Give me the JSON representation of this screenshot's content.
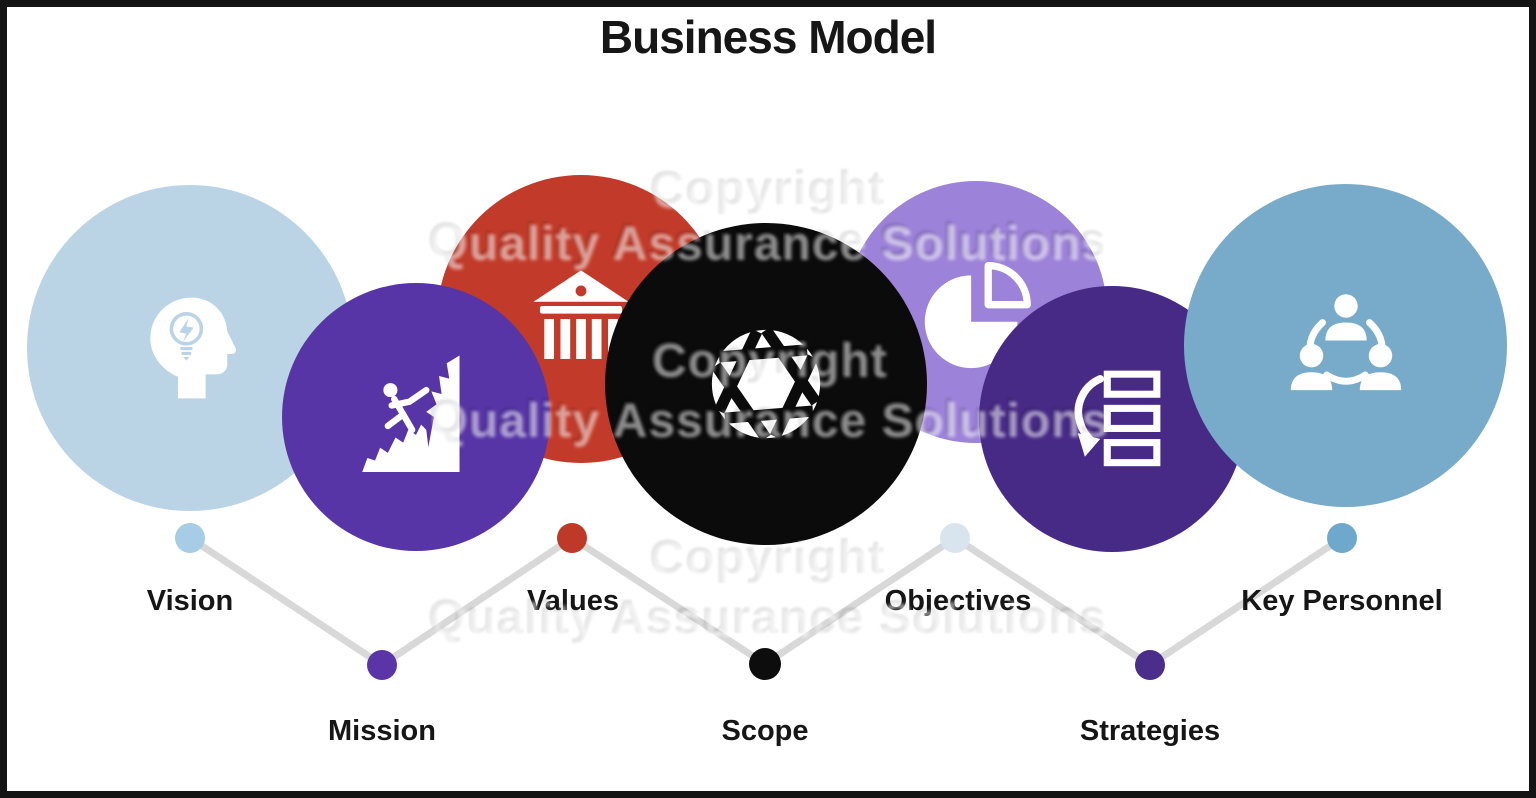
{
  "title": "Business Model",
  "watermark": {
    "line1": "Copyright",
    "line2": "Quality Assurance Solutions"
  },
  "diagram": {
    "type": "overlapping-circle process infographic",
    "connector_color": "#d8d8d8",
    "items": [
      {
        "id": "vision",
        "label": "Vision",
        "color": "#bad4e6",
        "dot_color": "#a7cce6",
        "icon": "head-idea-icon",
        "label_row": "top"
      },
      {
        "id": "mission",
        "label": "Mission",
        "color": "#5735a6",
        "dot_color": "#5b35a8",
        "icon": "mountain-climber-icon",
        "label_row": "bottom"
      },
      {
        "id": "values",
        "label": "Values",
        "color": "#c23b2a",
        "dot_color": "#bf3928",
        "icon": "bank-icon",
        "label_row": "top"
      },
      {
        "id": "scope",
        "label": "Scope",
        "color": "#0b0b0b",
        "dot_color": "#0d0d0d",
        "icon": "aperture-icon",
        "label_row": "bottom"
      },
      {
        "id": "objectives",
        "label": "Objectives",
        "color": "#9c82d8",
        "dot_color": "#d9e5ee",
        "icon": "pie-chart-icon",
        "label_row": "top"
      },
      {
        "id": "strategies",
        "label": "Strategies",
        "color": "#472a86",
        "dot_color": "#4b2d8a",
        "icon": "list-arrow-icon",
        "label_row": "bottom"
      },
      {
        "id": "key_personnel",
        "label": "Key Personnel",
        "color": "#77abc9",
        "dot_color": "#6ea9cd",
        "icon": "team-network-icon",
        "label_row": "top"
      }
    ]
  }
}
